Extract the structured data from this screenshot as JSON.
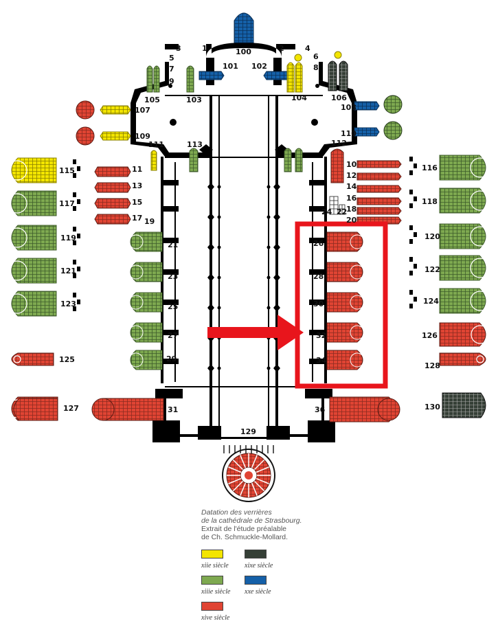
{
  "colors": {
    "c12": "#f3e500",
    "c13": "#7ea950",
    "c14": "#e04433",
    "c19": "#353f36",
    "c20": "#1560a8",
    "highlight": "#e8151c",
    "stone": "#000000"
  },
  "legend": {
    "line1": "Datation des verrières",
    "line2": "de la cathédrale de Strasbourg.",
    "line3": "Extrait de l'étude préalable",
    "line4": "de Ch. Schmuckle-Mollard.",
    "items": [
      {
        "key": "c12",
        "label": "xiie siècle"
      },
      {
        "key": "c19",
        "label": "xixe siècle"
      },
      {
        "key": "c13",
        "label": "xiiie siècle"
      },
      {
        "key": "c20",
        "label": "xxe siècle"
      },
      {
        "key": "c14",
        "label": "xive siècle"
      }
    ]
  },
  "windows": {
    "n100": "100",
    "n101": "101",
    "n102": "102",
    "n103": "103",
    "n104": "104",
    "n105": "105",
    "n106": "106",
    "n107": "107",
    "n108": "108",
    "n109": "109",
    "n110": "110",
    "n111": "111",
    "n112": "112",
    "n113": "113",
    "n115": "115",
    "n116": "116",
    "n117": "117",
    "n118": "118",
    "n119": "119",
    "n120": "120",
    "n121": "121",
    "n122": "122",
    "n123": "123",
    "n124": "124",
    "n125": "125",
    "n126": "126",
    "n127": "127",
    "n128": "128",
    "n129": "129",
    "n130": "130",
    "n1": "1",
    "n2": "2",
    "n3": "3",
    "n4": "4",
    "n5": "5",
    "n6": "6",
    "n7": "7",
    "n8": "8",
    "n9": "9",
    "n10": "10",
    "n11": "11",
    "n12": "12",
    "n13": "13",
    "n14": "14",
    "n15": "15",
    "n16": "16",
    "n17": "17",
    "n18": "18",
    "n19": "19",
    "n20": "20",
    "n21": "21",
    "n22": "22",
    "n23": "23",
    "n24": "24",
    "n25": "25",
    "n26": "26",
    "n27": "27",
    "n28": "28",
    "n29": "29",
    "n30": "30",
    "n31": "31",
    "n32": "32",
    "n34": "34",
    "n36": "36"
  }
}
